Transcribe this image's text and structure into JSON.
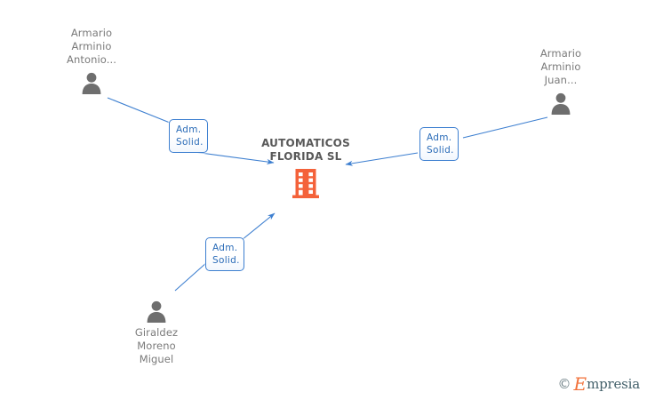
{
  "graph": {
    "background_color": "#ffffff",
    "edge_color": "#3d7fd0",
    "person_color": "#6e6e6e",
    "company_color": "#f4623a",
    "title_color": "#595959"
  },
  "company": {
    "name": "AUTOMATICOS\nFLORIDA SL",
    "icon": "building-icon"
  },
  "people": [
    {
      "id": "armario-arminio-antonio",
      "name": "Armario\nArminio\nAntonio...",
      "icon": "person-icon",
      "label_position": "top"
    },
    {
      "id": "armario-arminio-juan",
      "name": "Armario\nArminio\nJuan...",
      "icon": "person-icon",
      "label_position": "top"
    },
    {
      "id": "giraldez-moreno-miguel",
      "name": "Giraldez\nMoreno\nMiguel",
      "icon": "person-icon",
      "label_position": "bottom"
    }
  ],
  "edges": [
    {
      "id": "edge-antonio",
      "from": "armario-arminio-antonio",
      "to": "company",
      "role_line1": "Adm.",
      "role_line2": "Solid."
    },
    {
      "id": "edge-juan",
      "from": "armario-arminio-juan",
      "to": "company",
      "role_line1": "Adm.",
      "role_line2": "Solid."
    },
    {
      "id": "edge-miguel",
      "from": "giraldez-moreno-miguel",
      "to": "company",
      "role_line1": "Adm.",
      "role_line2": "Solid."
    }
  ],
  "watermark": {
    "copyright": "©",
    "brand_initial": "E",
    "brand_rest": "mpresia"
  }
}
